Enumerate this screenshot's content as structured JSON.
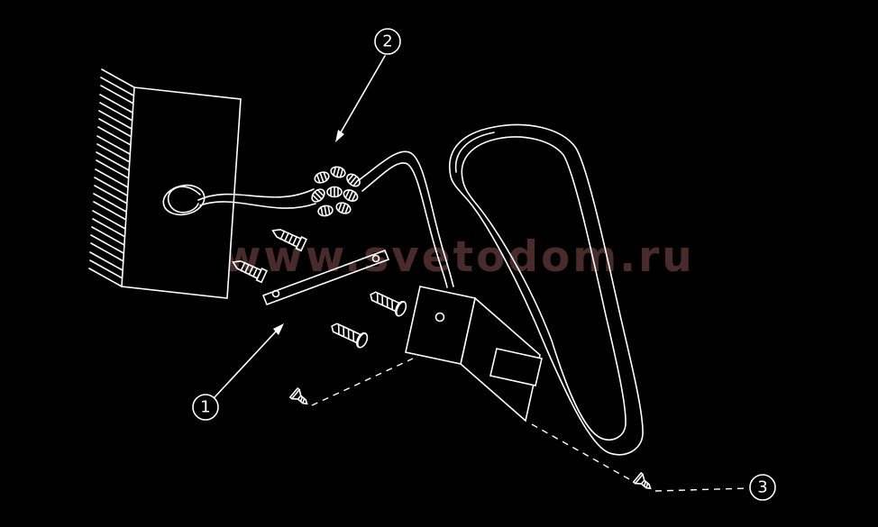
{
  "figure": {
    "type": "assembly-diagram",
    "background_color": "#000000",
    "line_color": "#ffffff",
    "watermark": {
      "text": "www.svetodom.ru",
      "color": "#4a2b2b"
    },
    "callouts": [
      {
        "number": "1"
      },
      {
        "number": "2"
      },
      {
        "number": "3"
      }
    ]
  }
}
